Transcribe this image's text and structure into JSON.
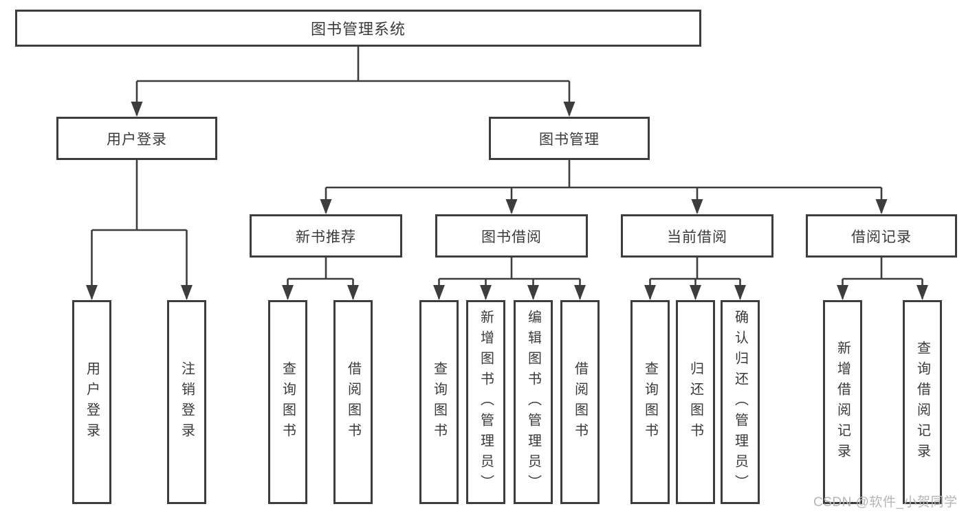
{
  "diagram": {
    "type": "tree",
    "title": "图书管理系统",
    "watermark": "CSDN @软件_小贺同学",
    "colors": {
      "background": "#ffffff",
      "border": "#3d3d3d",
      "line": "#3d3d3d",
      "text": "#3a3a3a",
      "watermark": "#b5b5b5"
    },
    "tree": {
      "root": {
        "label": "图书管理系统"
      },
      "branches": [
        {
          "label": "用户登录",
          "children": [
            {
              "label": "用户登录"
            },
            {
              "label": "注销登录"
            }
          ]
        },
        {
          "label": "图书管理",
          "children": [
            {
              "label": "新书推荐",
              "children": [
                {
                  "label": "查询图书"
                },
                {
                  "label": "借阅图书"
                }
              ]
            },
            {
              "label": "图书借阅",
              "children": [
                {
                  "label": "查询图书"
                },
                {
                  "label": "新增图书（管理员）"
                },
                {
                  "label": "编辑图书（管理员）"
                },
                {
                  "label": "借阅图书"
                }
              ]
            },
            {
              "label": "当前借阅",
              "children": [
                {
                  "label": "查询图书"
                },
                {
                  "label": "归还图书"
                },
                {
                  "label": "确认归还（管理员）"
                }
              ]
            },
            {
              "label": "借阅记录",
              "children": [
                {
                  "label": "新增借阅记录"
                },
                {
                  "label": "查询借阅记录"
                }
              ]
            }
          ]
        }
      ]
    }
  }
}
